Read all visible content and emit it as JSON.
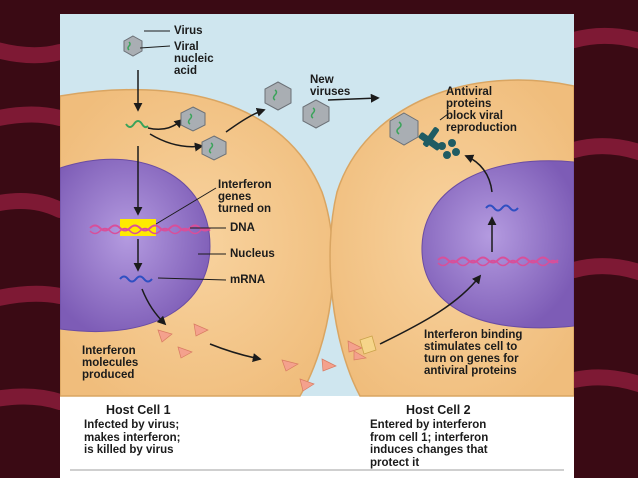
{
  "labels": {
    "virus": "Virus",
    "viral_nucleic_acid": "Viral\nnucleic\nacid",
    "new_viruses": "New\nviruses",
    "antiviral_proteins": "Antiviral\nproteins\nblock viral\nreproduction",
    "interferon_genes": "Interferon\ngenes\nturned on",
    "dna": "DNA",
    "nucleus": "Nucleus",
    "mrna": "mRNA",
    "interferon_molecules": "Interferon\nmolecules\nproduced",
    "interferon_binding": "Interferon binding\nstimulates cell to\nturn on genes for\nantiviral proteins"
  },
  "captions": {
    "cell1_title": "Host Cell 1",
    "cell1_desc": "Infected by virus;\nmakes interferon;\nis killed by virus",
    "cell2_title": "Host Cell 2",
    "cell2_desc": "Entered by interferon\nfrom cell 1; interferon\ninduces changes that\nprotect it"
  },
  "colors": {
    "slide_background": "#3a0a14",
    "slide_stripes": "#8a1c3a",
    "diagram_background": "#cfe6ef",
    "cytoplasm": "#f5c98c",
    "nucleus": "#8e6fc4",
    "dna_strand": "#d84f9a",
    "gene_highlight": "#ffea00",
    "mrna": "#2f4fc2",
    "interferon": "#f4a18d",
    "virus_capsid": "#a9aeb3",
    "viral_rna": "#3aa35a",
    "antiviral_protein": "#1f5c63"
  }
}
